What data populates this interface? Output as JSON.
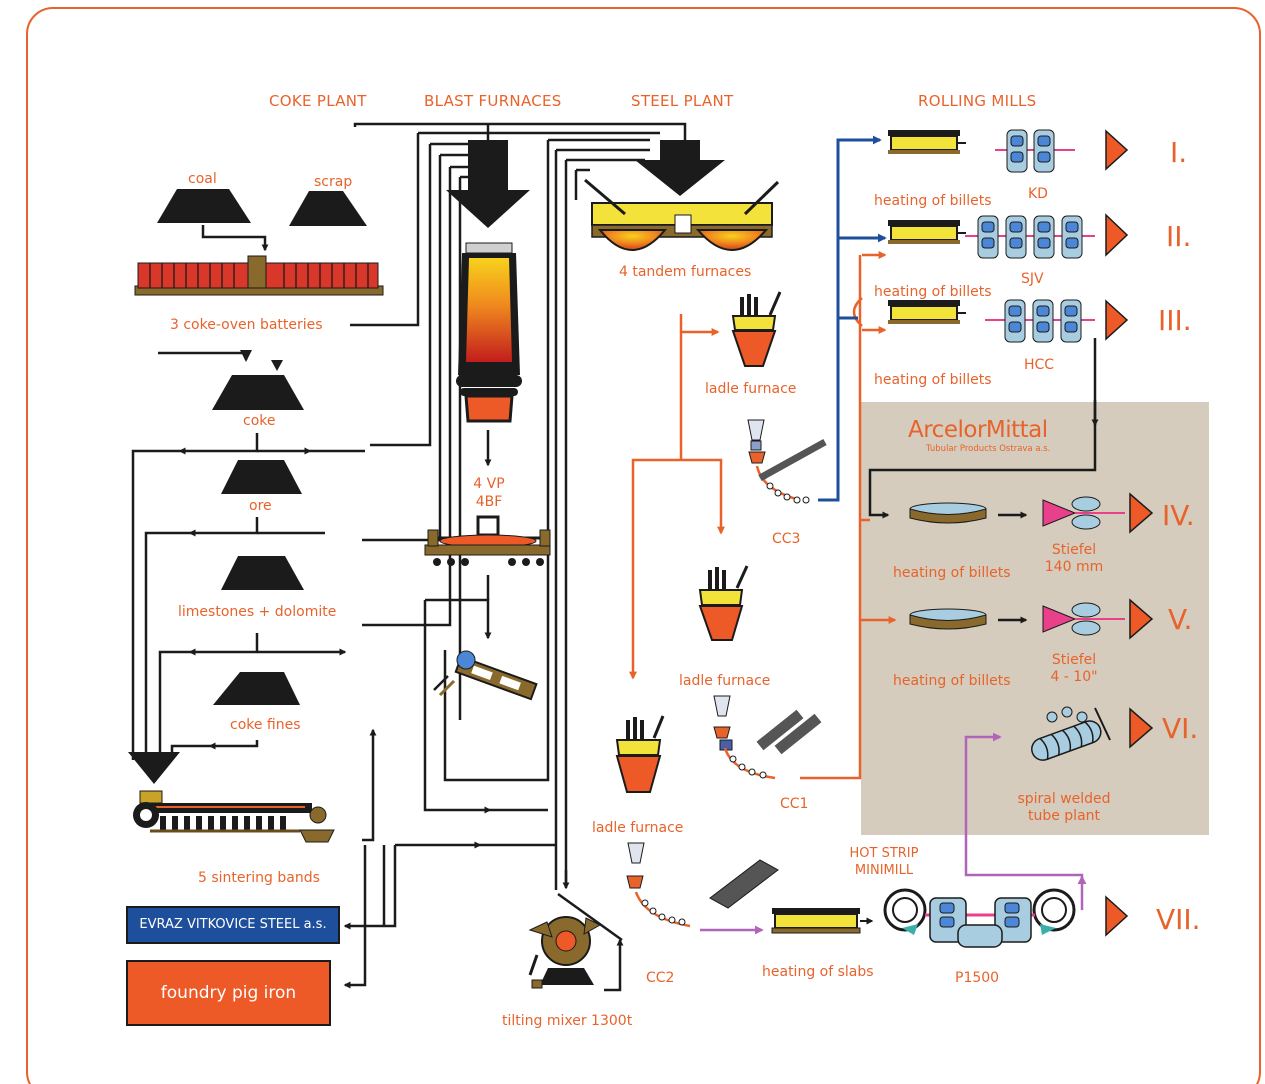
{
  "headers": {
    "coke_plant": "COKE PLANT",
    "blast_furnaces": "BLAST FURNACES",
    "steel_plant": "STEEL PLANT",
    "rolling_mills": "ROLLING MILLS"
  },
  "coke_plant": {
    "coal": "coal",
    "scrap": "scrap",
    "batteries": "3 coke-oven batteries",
    "coke": "coke",
    "ore": "ore",
    "limestones": "limestones + dolomite",
    "coke_fines": "coke fines",
    "sintering": "5 sintering bands"
  },
  "blast_furnaces": {
    "vp": "4 VP",
    "bf": "4BF",
    "mixer": "tilting mixer 1300t"
  },
  "steel_plant": {
    "tandem": "4 tandem furnaces",
    "ladle_1": "ladle furnace",
    "ladle_2": "ladle furnace",
    "ladle_3": "ladle furnace",
    "cc3": "CC3",
    "cc1": "CC1",
    "cc2": "CC2",
    "heating_slabs": "heating of slabs",
    "hot_strip": "HOT STRIP\nMINIMILL",
    "p1500": "P1500"
  },
  "rolling_mills": {
    "heating_1": "heating of billets",
    "kd": "KD",
    "heating_2": "heating of billets",
    "sjv": "SJV",
    "heating_3": "heating of billets",
    "hcc": "HCC",
    "heating_4": "heating of billets",
    "stiefel_1": "Stiefel\n140 mm",
    "heating_5": "heating of billets",
    "stiefel_2": "Stiefel\n4 - 10\"",
    "spiral": "spiral welded\ntube plant"
  },
  "arcelor": {
    "name": "ArcelorMittal",
    "sub": "Tubular Products Ostrava a.s."
  },
  "romans": [
    "I.",
    "II.",
    "III.",
    "IV.",
    "V.",
    "VI.",
    "VII."
  ],
  "companies": {
    "evraz": "EVRAZ VITKOVICE STEEL a.s.",
    "foundry": "foundry pig iron"
  },
  "colors": {
    "orange": "#e8632b",
    "black": "#1b1b1b",
    "blue": "#1d4f9c",
    "purple": "#b066b8",
    "tan": "#d5ccbd",
    "frame": "#e8632b"
  }
}
